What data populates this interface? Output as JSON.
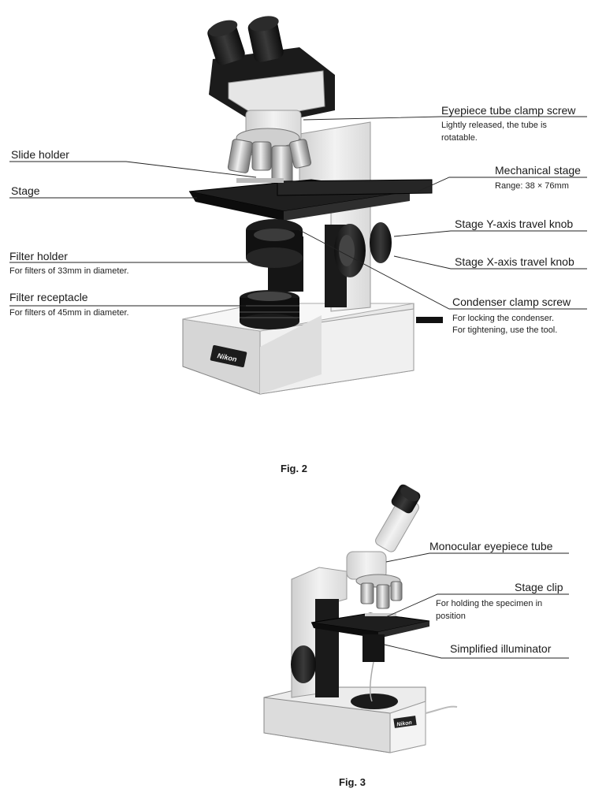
{
  "figure2": {
    "caption": "Fig. 2",
    "brand": "Nikon",
    "labels": {
      "eyepiece_clamp": {
        "title": "Eyepiece tube clamp screw",
        "desc": [
          "Lightly released, the tube is",
          "rotatable."
        ]
      },
      "slide_holder": {
        "title": "Slide holder"
      },
      "mechanical_stage": {
        "title": "Mechanical stage",
        "desc": [
          "Range: 38 × 76mm"
        ]
      },
      "stage": {
        "title": "Stage"
      },
      "y_knob": {
        "title": "Stage Y-axis travel knob"
      },
      "filter_holder": {
        "title": "Filter holder",
        "desc": [
          "For filters of 33mm in diameter."
        ]
      },
      "x_knob": {
        "title": "Stage X-axis travel knob"
      },
      "filter_receptacle": {
        "title": "Filter receptacle",
        "desc": [
          "For filters of 45mm in diameter."
        ]
      },
      "condenser_clamp": {
        "title": "Condenser clamp screw",
        "desc": [
          "For locking the condenser.",
          "For tightening, use the tool."
        ]
      }
    }
  },
  "figure3": {
    "caption": "Fig. 3",
    "brand": "Nikon",
    "labels": {
      "monocular_tube": {
        "title": "Monocular eyepiece tube"
      },
      "stage_clip": {
        "title": "Stage clip",
        "desc": [
          "For holding the specimen in",
          "position"
        ]
      },
      "illuminator": {
        "title": "Simplified illuminator"
      }
    }
  }
}
